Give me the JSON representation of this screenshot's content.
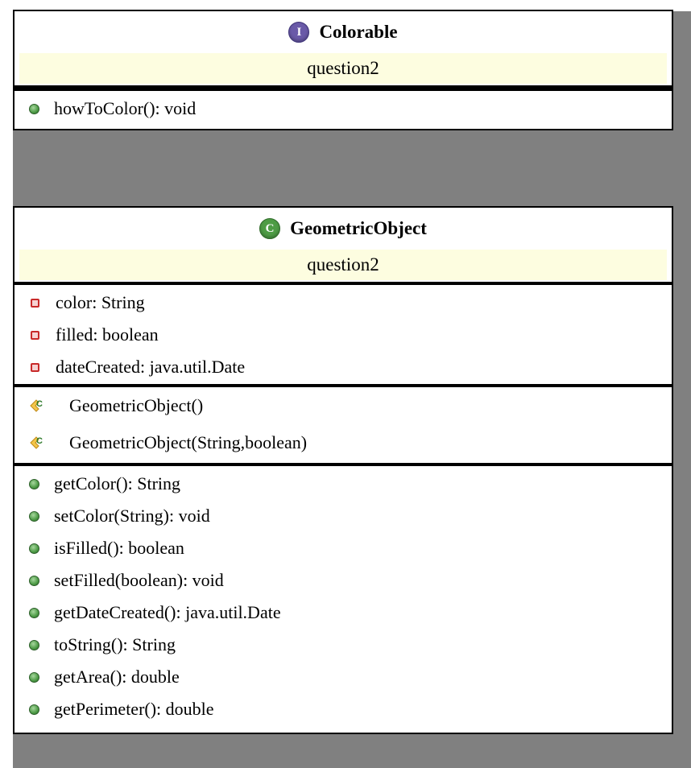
{
  "colors": {
    "background": "#808080",
    "package_bg": "#fdfde0",
    "interface_badge": "#6a5aa8",
    "class_badge": "#4e9c45",
    "public_dot": "#4c9a45",
    "private_square": "#c82a2a"
  },
  "interface": {
    "badge_letter": "I",
    "name": "Colorable",
    "package": "question2",
    "methods": [
      {
        "icon": "public-method-icon",
        "signature": "howToColor(): void"
      }
    ]
  },
  "class": {
    "badge_letter": "C",
    "name": "GeometricObject",
    "package": "question2",
    "fields": [
      {
        "icon": "private-field-icon",
        "signature": "color: String"
      },
      {
        "icon": "private-field-icon",
        "signature": "filled: boolean"
      },
      {
        "icon": "private-field-icon",
        "signature": "dateCreated: java.util.Date"
      }
    ],
    "constructors": [
      {
        "icon": "constructor-icon",
        "signature": "GeometricObject()"
      },
      {
        "icon": "constructor-icon",
        "signature": "GeometricObject(String,boolean)"
      }
    ],
    "methods": [
      {
        "icon": "public-method-icon",
        "signature": "getColor(): String"
      },
      {
        "icon": "public-method-icon",
        "signature": "setColor(String): void"
      },
      {
        "icon": "public-method-icon",
        "signature": "isFilled(): boolean"
      },
      {
        "icon": "public-method-icon",
        "signature": "setFilled(boolean): void"
      },
      {
        "icon": "public-method-icon",
        "signature": "getDateCreated(): java.util.Date"
      },
      {
        "icon": "public-method-icon",
        "signature": "toString(): String"
      },
      {
        "icon": "public-method-icon",
        "signature": "getArea(): double"
      },
      {
        "icon": "public-method-icon",
        "signature": "getPerimeter(): double"
      }
    ]
  }
}
